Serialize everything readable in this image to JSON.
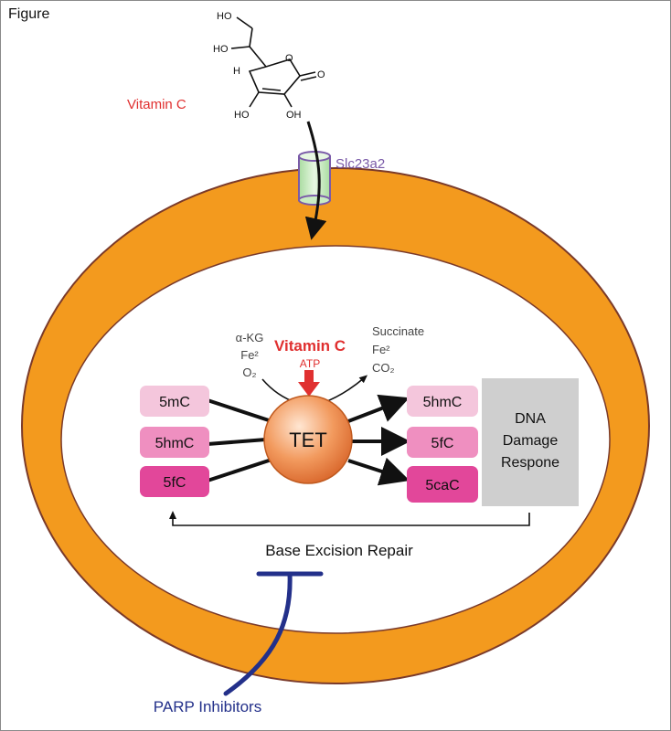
{
  "figure_label": "Figure",
  "molecule": {
    "name": "Vitamin C",
    "atoms": {
      "ho_top": "HO",
      "ho_mid": "HO",
      "h": "H",
      "o_ring": "O",
      "o_carbonyl": "O",
      "ho_bottom_left": "HO",
      "oh_bottom_right": "OH"
    }
  },
  "transporter": {
    "label": "Slc23a2"
  },
  "tet": {
    "label": "TET",
    "cofactors_in": [
      "α-KG",
      "Fe²",
      "O₂"
    ],
    "cofactors_out": [
      "Succinate",
      "Fe²",
      "CO₂"
    ],
    "activator": "Vitamin C",
    "activator_sub": "ATP"
  },
  "substrates": [
    "5mC",
    "5hmC",
    "5fC"
  ],
  "products": [
    "5hmC",
    "5fC",
    "5caC"
  ],
  "ddr": [
    "DNA",
    "Damage",
    "Respone"
  ],
  "ber": {
    "label": "Base Excision Repair"
  },
  "inhibitor": {
    "label": "PARP Inhibitors"
  },
  "colors": {
    "membrane": "#f39a1e",
    "membrane_edge": "#7a3a2a",
    "red": "#e03030",
    "pink_light": "#f4c6dc",
    "pink_mid": "#ef8fc0",
    "pink_dark": "#e2479a",
    "ddr_box": "#cfcfcf",
    "tet_fill": "#f08a4a",
    "purple": "#7a5aa8",
    "blue": "#23308a"
  }
}
